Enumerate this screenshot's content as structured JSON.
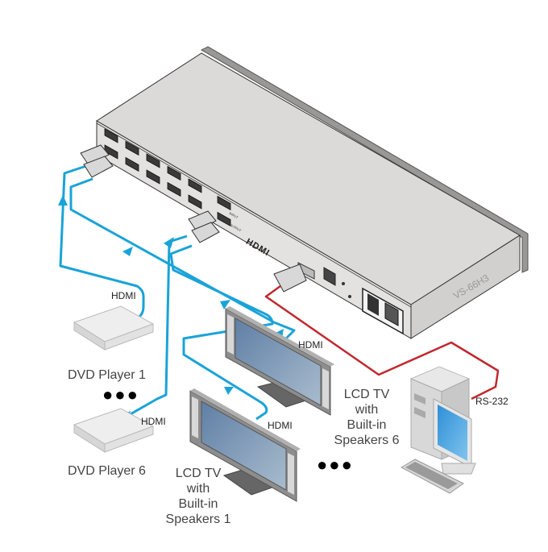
{
  "device": {
    "model": "VS-66H3",
    "logo": "HDMI",
    "panel_labels": {
      "input": "INPUT",
      "output": "OUTPUT"
    }
  },
  "sources": {
    "first": {
      "name": "DVD Player 1",
      "cable": "HDMI"
    },
    "last": {
      "name": "DVD Player 6",
      "cable": "HDMI"
    },
    "ellipsis": "●●●"
  },
  "displays": {
    "first": {
      "name_lines": [
        "LCD TV",
        "with",
        "Built-in",
        "Speakers 1"
      ],
      "cable": "HDMI"
    },
    "last": {
      "name_lines": [
        "LCD TV",
        "with",
        "Built-in",
        "Speakers 6"
      ],
      "cable": "HDMI"
    },
    "ellipsis": "●●●"
  },
  "controller": {
    "cable": "RS-232"
  },
  "colors": {
    "hdmi_cable": "#1aa3d8",
    "rs232_cable": "#c0282d",
    "chassis": "#dcdad8",
    "chassis_dark": "#9a9896",
    "screen": "#7d9ab8"
  }
}
